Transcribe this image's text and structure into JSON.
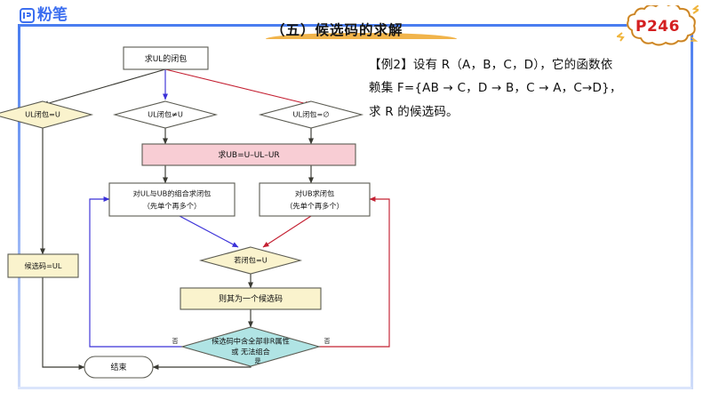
{
  "brand": {
    "name": "粉笔",
    "mark": "fb-logo-icon",
    "color": "#3d6ff0"
  },
  "header": {
    "title": "（五）候选码的求解",
    "underline_color": "#f0ae3c",
    "page_badge": {
      "label": "P246",
      "text_color": "#d41f20",
      "outline_color": "#e09a2e"
    }
  },
  "example": {
    "line1": "【例2】设有 R（A，B，C，D），它的函数依",
    "line2": "赖集 F={AB → C，D → B，C → A，C→D}，",
    "line3": "求 R 的候选码。"
  },
  "flowchart": {
    "nodes": {
      "start": {
        "label": "求UL的闭包",
        "shape": "process",
        "fill": "#ffffff"
      },
      "d_left": {
        "label": "UL闭包=U",
        "shape": "decision",
        "fill": "#faf3cd"
      },
      "d_mid": {
        "label": "UL闭包≠U",
        "shape": "decision",
        "fill": "#ffffff"
      },
      "d_right": {
        "label": "UL闭包=∅",
        "shape": "decision",
        "fill": "#ffffff"
      },
      "ub": {
        "label": "求UB=U–UL–UR",
        "shape": "process",
        "fill": "#f8cdd4"
      },
      "left_box_l1": {
        "label": "对UL与UB的组合求闭包",
        "l2": "（先单个再多个）",
        "shape": "process",
        "fill": "#ffffff"
      },
      "right_box_l1": {
        "label": "对UB求闭包",
        "l2": "（先单个再多个）",
        "shape": "process",
        "fill": "#ffffff"
      },
      "key_ul": {
        "label": "候选码=UL",
        "shape": "process",
        "fill": "#faf3cd"
      },
      "d_closure": {
        "label": "若闭包=U",
        "shape": "decision",
        "fill": "#faf3cd"
      },
      "candidate": {
        "label": "则其为一个候选码",
        "shape": "process",
        "fill": "#faf3cd"
      },
      "d_all": {
        "label": "候选码中含全部非R属性",
        "l2": "或 无法组合",
        "shape": "decision",
        "fill": "#b0e4e4"
      },
      "end": {
        "label": "结束",
        "shape": "terminator",
        "fill": "#ffffff"
      }
    },
    "edge_labels": {
      "no_left": "否",
      "no_right": "否",
      "yes_bottom": "是"
    },
    "colors": {
      "black": "#3a3a33",
      "blue": "#3a30d8",
      "red": "#c42032"
    }
  }
}
